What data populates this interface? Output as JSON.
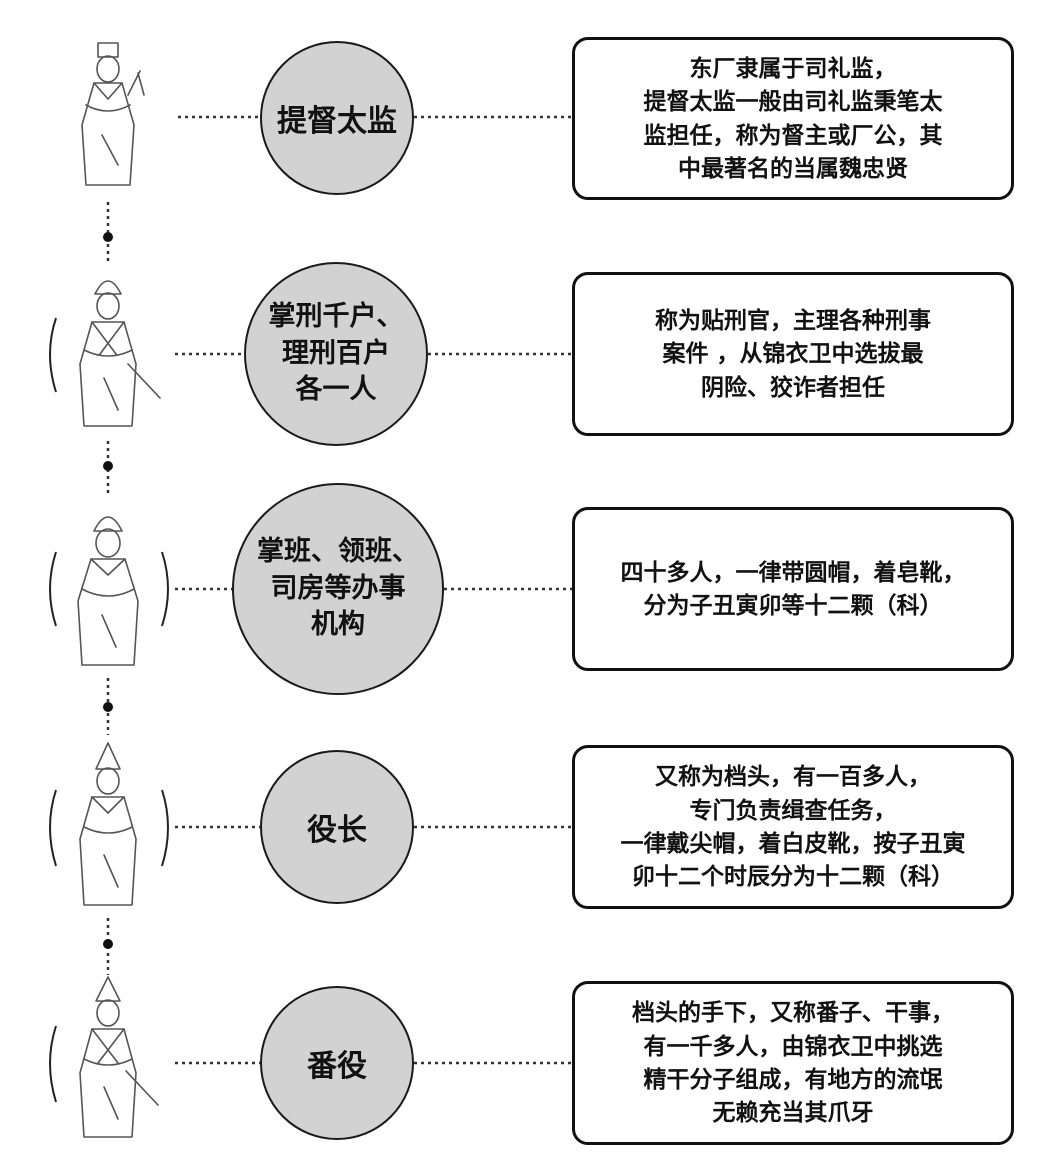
{
  "tiers": [
    {
      "role": "提督太监",
      "description": "东厂隶属于司礼监，\n提督太监一般由司礼监秉笔太\n监担任，称为督主或厂公，其\n中最著名的当属魏忠贤",
      "figure": "eunuch-figure-icon"
    },
    {
      "role": "掌刑千户、\n理刑百户\n各一人",
      "description": "称为贴刑官，主理各种刑事\n案件 ，从锦衣卫中选拔最\n阴险、狡诈者担任",
      "figure": "officer-with-sword-figure-icon"
    },
    {
      "role": "掌班、领班、\n司房等办事\n机构",
      "description": "四十多人，一律带圆帽，着皂靴，\n分为子丑寅卯等十二颗（科）",
      "figure": "clerk-figure-icon"
    },
    {
      "role": "役长",
      "description": "又称为档头，有一百多人，\n专门负责缉查任务，\n一律戴尖帽，着白皮靴，按子丑寅\n卯十二个时辰分为十二颗（科）",
      "figure": "pointed-hat-figure-icon"
    },
    {
      "role": "番役",
      "description": "档头的手下，又称番子、干事，\n有一千多人，由锦衣卫中挑选\n精干分子组成，有地方的流氓\n无赖充当其爪牙",
      "figure": "guard-with-sword-figure-icon"
    }
  ],
  "colors": {
    "circle_fill": "#d2d2d2",
    "stroke": "#111111",
    "line": "#333333"
  }
}
